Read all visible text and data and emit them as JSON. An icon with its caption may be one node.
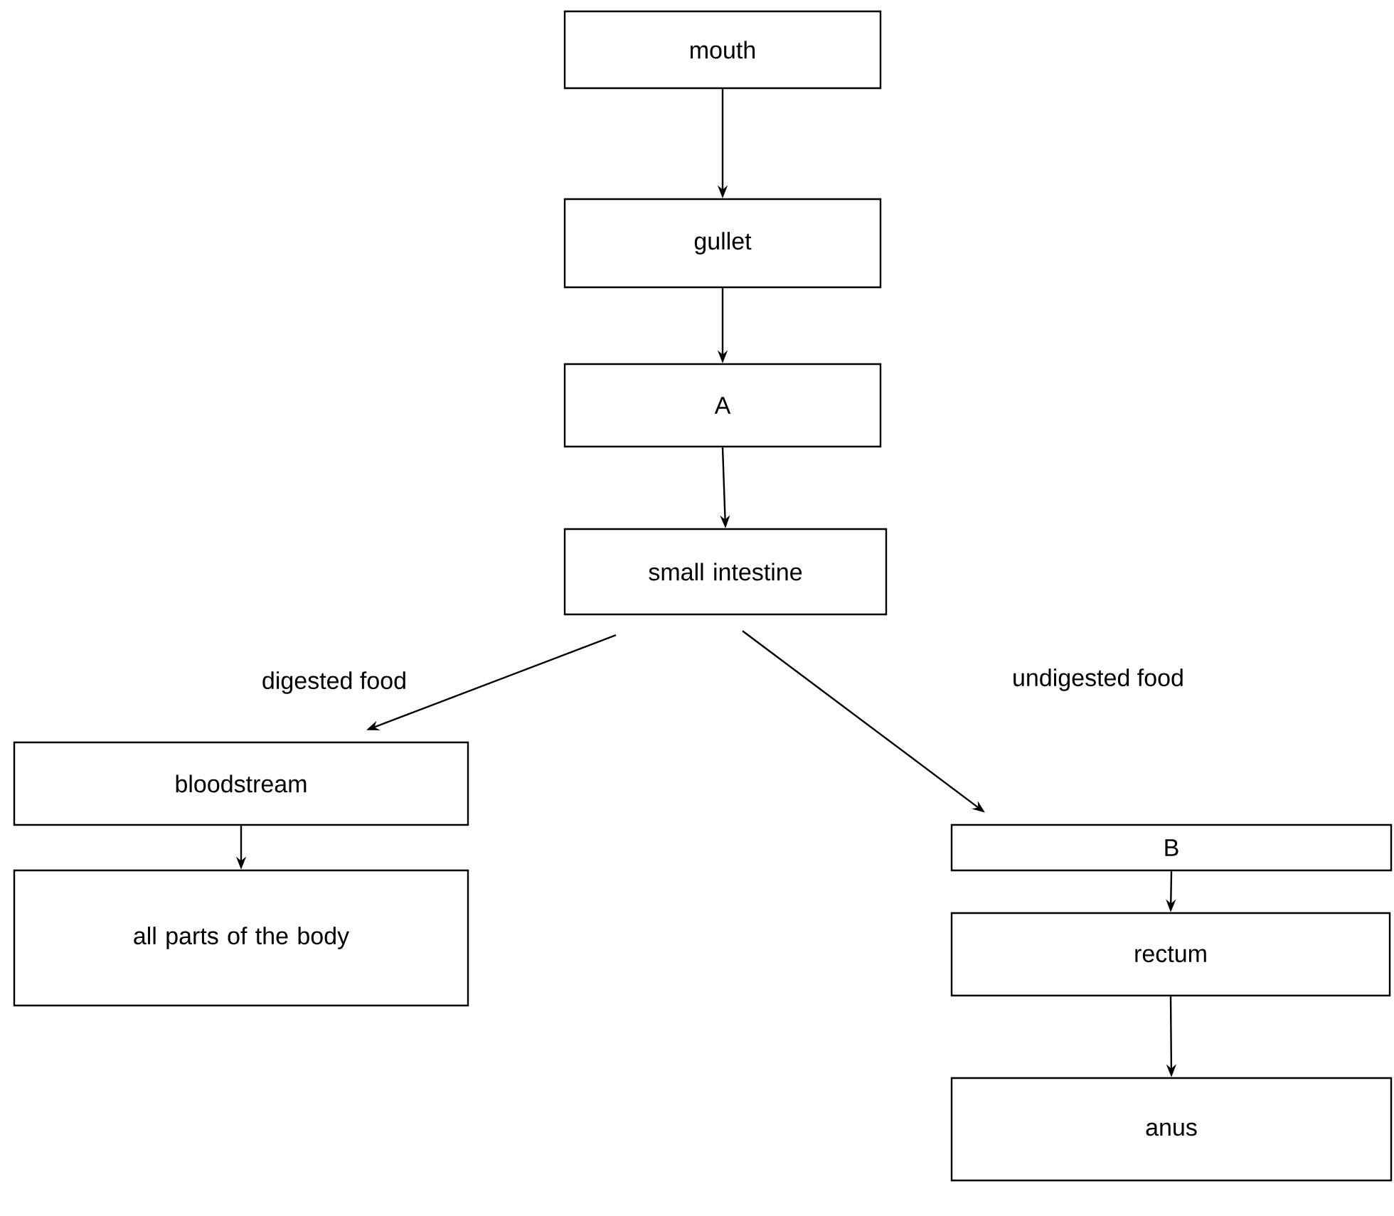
{
  "diagram": {
    "nodes": [
      {
        "text": [
          "mouth"
        ]
      },
      {
        "text": [
          "gullet"
        ]
      },
      {
        "text": [
          "A"
        ]
      },
      {
        "text": [
          "small intestine"
        ]
      },
      {
        "text": [
          "bloodstream"
        ]
      },
      {
        "text": [
          "all parts of the body"
        ]
      },
      {
        "text": [
          "B"
        ]
      },
      {
        "text": [
          "rectum"
        ]
      },
      {
        "text": [
          "anus"
        ]
      }
    ],
    "edges": [
      {
        "from": 0,
        "to": 1,
        "arrow": "to"
      },
      {
        "from": 1,
        "to": 2,
        "arrow": "to"
      },
      {
        "from": 2,
        "to": 3,
        "arrow": "to"
      },
      {
        "from": 3,
        "to": 4,
        "arrow": "to",
        "label": "digested food"
      },
      {
        "from": 3,
        "to": 6,
        "arrow": "to",
        "label": "undigested food"
      },
      {
        "from": 4,
        "to": 5,
        "arrow": "to"
      },
      {
        "from": 6,
        "to": 7,
        "arrow": "to"
      },
      {
        "from": 7,
        "to": 8,
        "arrow": "to"
      }
    ]
  }
}
